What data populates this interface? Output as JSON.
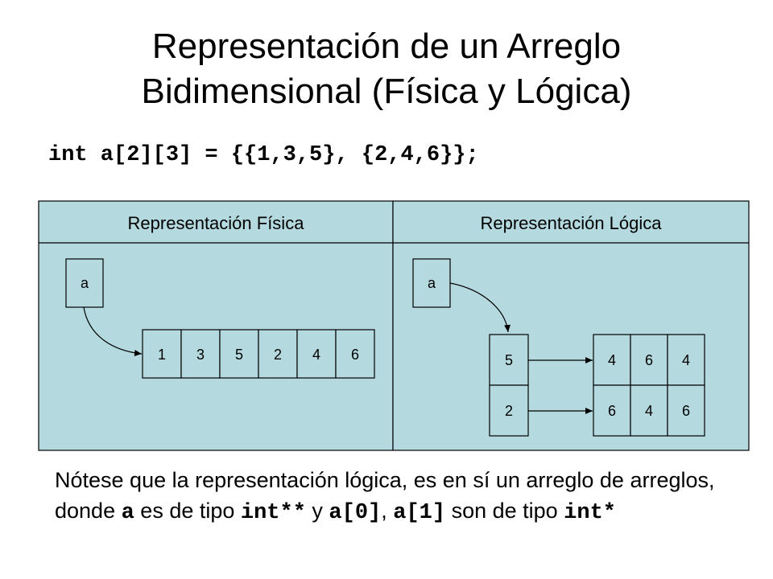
{
  "title": {
    "line1": "Representación de un Arreglo",
    "line2": "Bidimensional (Física y Lógica)"
  },
  "code": "int a[2][3] = {{1,3,5}, {2,4,6}};",
  "panels": {
    "fisica": {
      "title": "Representación Física",
      "pointer_label": "a",
      "cells": [
        "1",
        "3",
        "5",
        "2",
        "4",
        "6"
      ]
    },
    "logica": {
      "title": "Representación Lógica",
      "pointer_label": "a",
      "row_pointers": [
        "5",
        "2"
      ],
      "rows": [
        [
          "4",
          "6",
          "4"
        ],
        [
          "6",
          "4",
          "6"
        ]
      ]
    }
  },
  "note": {
    "part1": "Nótese que la representación lógica, es en sí un arreglo de arreglos, donde ",
    "var_a": "a",
    "part2": " es de tipo ",
    "type_pp": "int**",
    "part3": " y ",
    "a0": "a[0]",
    "comma": ", ",
    "a1": "a[1]",
    "part4": " son de tipo ",
    "type_p": "int*"
  },
  "colors": {
    "panel_bg": "#b4dae0",
    "line": "#000000"
  }
}
